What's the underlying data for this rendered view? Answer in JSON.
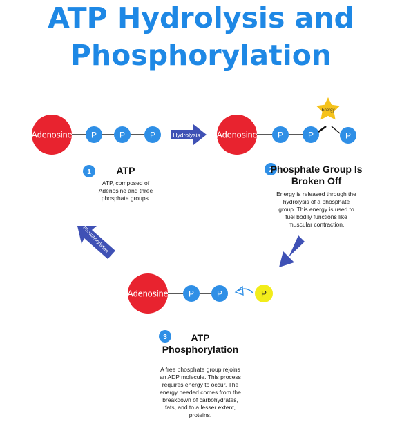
{
  "title": {
    "line1": "ATP Hydrolysis and",
    "line2": "Phosphorylation"
  },
  "molecules": {
    "adenosine": "Adenosine",
    "phosphate": "P"
  },
  "labels": {
    "hydrolysis": "Hydrolysis",
    "energy": "Energy",
    "phosphorylation": "Phosphorylation"
  },
  "steps": [
    {
      "number": "1",
      "heading": "ATP",
      "heading_line2": "",
      "body_lines": [
        "ATP, composed of",
        "Adenosine and three",
        "phosphate groups."
      ]
    },
    {
      "number": "2",
      "heading": "Phosphate Group Is",
      "heading_line2": "Broken Off",
      "body_lines": [
        "Energy is released through the",
        "hydrolysis of a phosphate",
        "group. This energy is used to",
        "fuel bodily functions like",
        "muscular contraction."
      ]
    },
    {
      "number": "3",
      "heading": "ATP",
      "heading_line2": "Phosphorylation",
      "body_lines": [
        "A free phosphate group rejoins",
        "an ADP molecule. This process",
        "requires energy to occur. The",
        "energy needed comes from the",
        "breakdown of carbohydrates,",
        "fats, and to a lesser extent,",
        "proteins."
      ]
    }
  ],
  "colors": {
    "title": "#1e88e5",
    "adenosine": "#e8232f",
    "phosphate": "#2f8fe6",
    "free_phosphate": "#f2ec1a",
    "arrow": "#3f51b5",
    "energy_star": "#f5c21b",
    "badge": "#2f8fe6"
  }
}
